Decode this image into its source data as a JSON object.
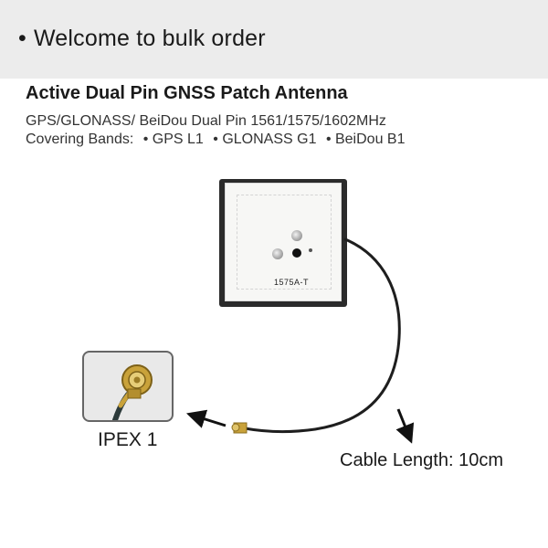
{
  "banner": {
    "bullet": "•",
    "text": "Welcome to bulk order"
  },
  "product": {
    "title": "Active Dual Pin GNSS Patch Antenna",
    "spec_line": "GPS/GLONASS/ BeiDou Dual Pin 1561/1575/1602MHz",
    "bands_label": "Covering Bands:",
    "bands": [
      "• GPS L1",
      "• GLONASS G1",
      "• BeiDou B1"
    ]
  },
  "antenna": {
    "marking": "1575A-T"
  },
  "labels": {
    "connector": "IPEX 1",
    "cable_length": "Cable Length: 10cm"
  },
  "icons": {
    "arrow": "arrow-icon",
    "connector": "ipex-connector-icon"
  },
  "colors": {
    "banner_bg": "#ececec",
    "antenna_body": "#2b2b2b",
    "patch": "#f7f7f5",
    "cable": "#1e1e1e",
    "connector_gold": "#c9a23a"
  }
}
